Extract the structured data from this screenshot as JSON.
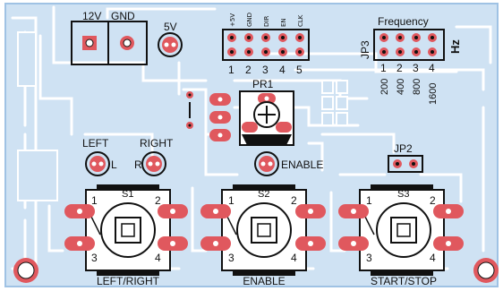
{
  "board": {
    "colors": {
      "copper": "#cfe2f3",
      "edge": "#9fc2e4",
      "trace": "#ffffff",
      "pad": "#e0585e",
      "silk": "#111111"
    },
    "power": {
      "label_12v": "12V",
      "label_gnd": "GND",
      "label_5v": "5V"
    },
    "header_top": {
      "pins": [
        "+5V",
        "GND",
        "DIR",
        "EN",
        "CLK"
      ],
      "numbers": [
        "1",
        "2",
        "3",
        "4",
        "5"
      ]
    },
    "frequency": {
      "title": "Frequency",
      "ref": "JP3",
      "unit": "Hz",
      "numbers": [
        "1",
        "2",
        "3",
        "4"
      ],
      "values": [
        "200",
        "400",
        "800",
        "1600"
      ]
    },
    "pot": {
      "ref": "PR1"
    },
    "leds": {
      "left": "LEFT",
      "right": "RIGHT",
      "left_mark": "L",
      "right_mark": "R",
      "enable": "ENABLE"
    },
    "jumper": {
      "ref": "JP2"
    },
    "switches": [
      {
        "ref": "S1",
        "label": "LEFT/RIGHT",
        "pins": [
          "1",
          "2",
          "3",
          "4"
        ]
      },
      {
        "ref": "S2",
        "label": "ENABLE",
        "pins": [
          "1",
          "2",
          "3",
          "4"
        ]
      },
      {
        "ref": "S3",
        "label": "START/STOP",
        "pins": [
          "1",
          "2",
          "3",
          "4"
        ]
      }
    ]
  }
}
